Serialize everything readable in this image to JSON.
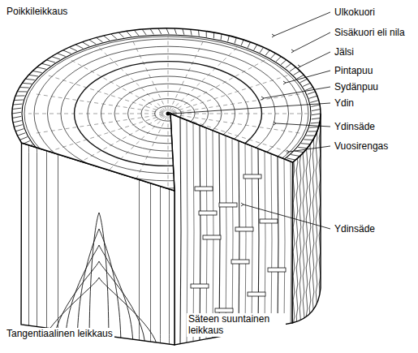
{
  "diagram": {
    "labels": [
      "Poikkileikkaus",
      "Ulkokuori",
      "Sisäkuori eli nila",
      "Jälsi",
      "Pintapuu",
      "Sydänpuu",
      "Ydin",
      "Ydinsäde",
      "Vuosirengas",
      "Ydinsäde",
      "Säteen suuntainen leikkaus",
      "Tangentiaalinen leikkaus"
    ]
  }
}
